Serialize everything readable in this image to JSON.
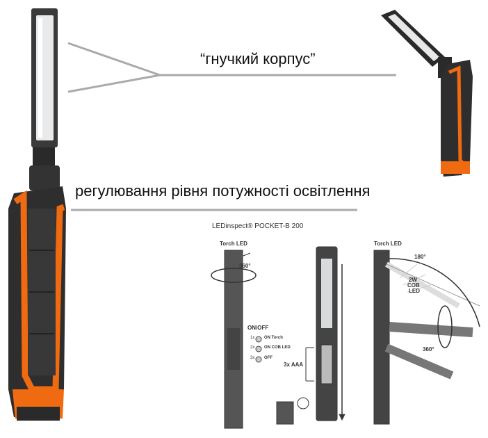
{
  "captions": {
    "flex_body": "“гнучкий корпус”",
    "power_level": "регулювання рівня потужності освітлення"
  },
  "diagram": {
    "product_title": "LEDinspect® POCKET-B 200",
    "torch_led_left": "Torch LED",
    "torch_led_right": "Torch LED",
    "rotate_left": "360°",
    "on_off": "ON/OFF",
    "modes": [
      {
        "press": "1x",
        "label": "ON Torch"
      },
      {
        "press": "2x",
        "label": "ON COB LED"
      },
      {
        "press": "3x",
        "label": "OFF"
      }
    ],
    "batteries": "3x AAA",
    "angle_180": "180°",
    "cob_led": [
      "2W",
      "COB",
      "LED"
    ],
    "rotate_right": "360°"
  },
  "colors": {
    "accent_orange": "#ef6a10",
    "body_dark": "#2c2c2c",
    "line_gray": "#aaaaaa"
  }
}
